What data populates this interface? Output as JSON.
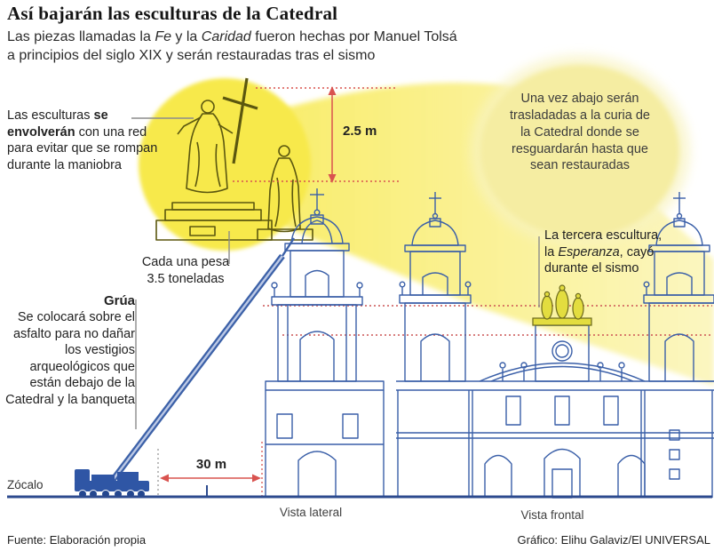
{
  "header": {
    "title": "Así bajarán las esculturas de la Catedral",
    "subtitle": {
      "t1": "Las piezas llamadas la ",
      "fe": "Fe",
      "t2": " y la ",
      "caridad": "Caridad",
      "t3": " fueron hechas por Manuel Tolsá",
      "line2": "a principios del siglo XIX y serán restauradas tras el sismo"
    }
  },
  "annotations": {
    "wrap": {
      "t1": "Las esculturas ",
      "bold": "se envolverán",
      "t2": " con una red para evitar que se rompan durante la maniobra"
    },
    "weight": "Cada una pesa 3.5 toneladas",
    "crane": {
      "title": "Grúa",
      "body": "Se colocará sobre el asfalto para no dañar los vestigios arqueológicos que están debajo de la Catedral y la banqueta"
    },
    "bubble": "Una vez abajo serán trasladadas a la curia de la Catedral donde se resguardarán hasta que sean restauradas",
    "esperanza": {
      "t1": "La tercera escultura, la ",
      "italic": "Esperanza",
      "t2": ", cayó durante el sismo"
    }
  },
  "measurements": {
    "sculpture_height": "2.5 m",
    "crane_distance": "30 m"
  },
  "labels": {
    "ground": "Zócalo",
    "view_lateral": "Vista lateral",
    "view_frontal": "Vista frontal"
  },
  "footer": {
    "source": "Fuente: Elaboración propia",
    "credit": "Gráfico: Elihu Galaviz/El UNIVERSAL"
  },
  "colors": {
    "highlight_yellow": "#f7e94b",
    "pale_yellow": "#f5eda2",
    "line_blue": "#3a5fa8",
    "crane_blue": "#2f56a5",
    "measure_red": "#d9534f",
    "sculpture_olive": "#5b570f",
    "text_dark": "#1d1d1d"
  }
}
